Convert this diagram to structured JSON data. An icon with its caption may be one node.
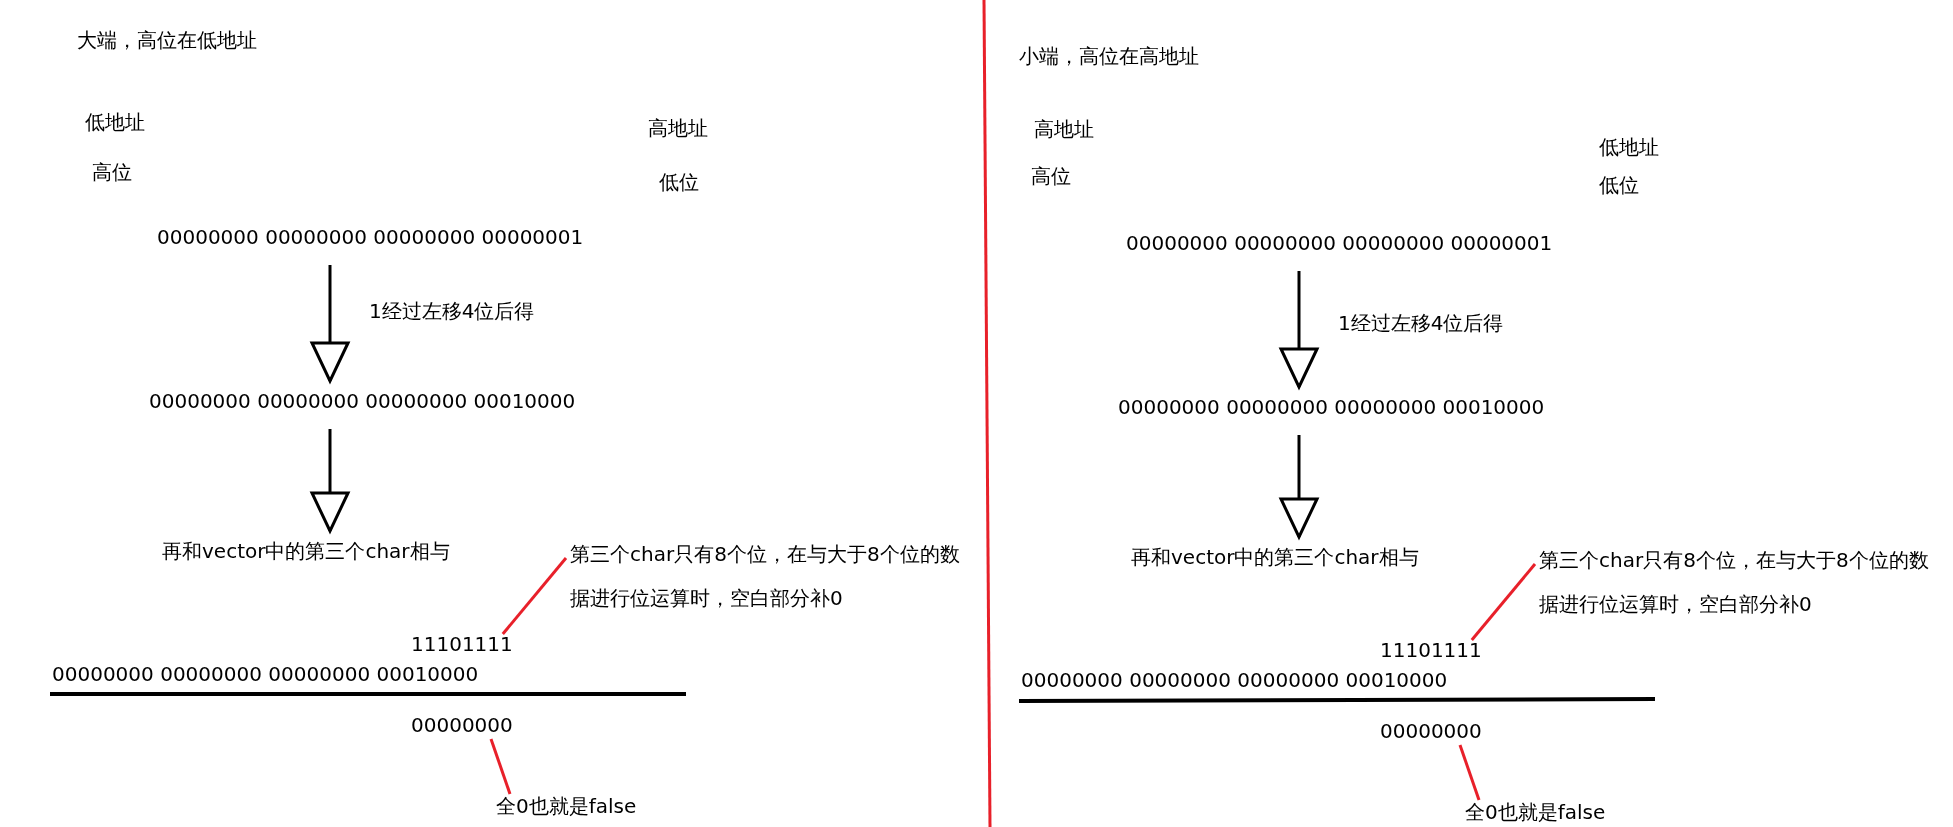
{
  "diagram": {
    "nodes": [
      {
        "text": [
          "00000000 00000000 00000000 00000001"
        ]
      },
      {
        "text": [
          "00000000 00000000 00000000 00010000"
        ]
      },
      {
        "text": [
          "再和vector中的第三个char相与"
        ]
      },
      {
        "text": [
          "第三个char只有8个位，在与大于8个位的数据进行位运算时，空白部分补0"
        ]
      },
      {
        "text": [
          "11101111"
        ]
      },
      {
        "text": [
          "00000000"
        ]
      },
      {
        "text": [
          "全0也就是false"
        ]
      },
      {
        "text": [
          "00000000 00000000 00000000 00000001"
        ]
      },
      {
        "text": [
          "00000000 00000000 00000000 00010000"
        ]
      },
      {
        "text": [
          "再和vector中的第三个char相与"
        ]
      },
      {
        "text": [
          "第三个char只有8个位，在与大于8个位的数据进行位运算时，空白部分补0"
        ]
      },
      {
        "text": [
          "11101111"
        ]
      },
      {
        "text": [
          "00000000"
        ]
      },
      {
        "text": [
          "全0也就是false"
        ]
      }
    ],
    "edges": [
      {
        "from": 0,
        "to": 1,
        "arrow": "to",
        "label": "1经过左移4位后得"
      },
      {
        "from": 1,
        "to": 2,
        "arrow": "to"
      },
      {
        "from": 3,
        "to": 4,
        "arrow": "none",
        "color": "#e8202a"
      },
      {
        "from": 6,
        "to": 5,
        "arrow": "none",
        "color": "#e8202a"
      },
      {
        "from": 7,
        "to": 8,
        "arrow": "to",
        "label": "1经过左移4位后得"
      },
      {
        "from": 8,
        "to": 9,
        "arrow": "to"
      },
      {
        "from": 10,
        "to": 11,
        "arrow": "none",
        "color": "#e8202a"
      },
      {
        "from": 13,
        "to": 12,
        "arrow": "none",
        "color": "#e8202a"
      }
    ],
    "labels": [
      "大端，高位在低地址",
      "低地址",
      "高位",
      "高地址",
      "低位",
      "00000000 00000000 00000000 00010000",
      "小端，高位在高地址",
      "高地址",
      "高位",
      "低地址",
      "低位",
      "00000000 00000000 00000000 00010000"
    ]
  }
}
